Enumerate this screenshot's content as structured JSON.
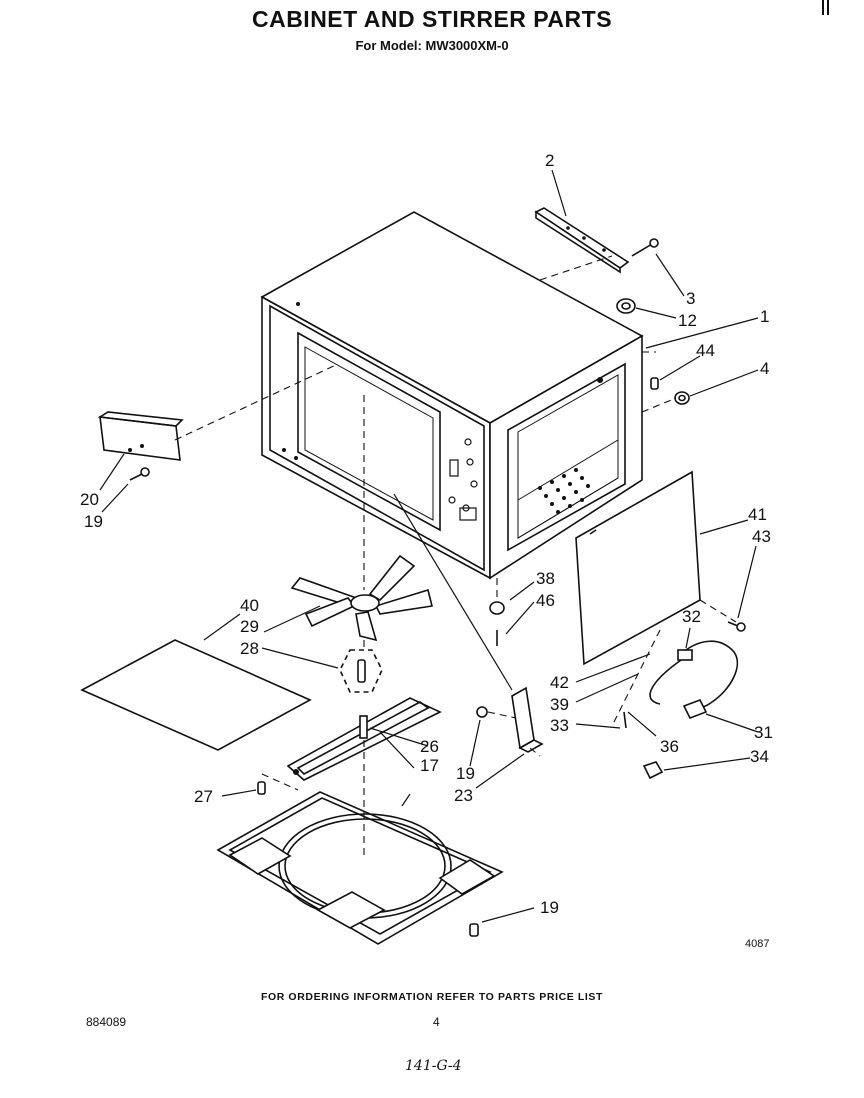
{
  "header": {
    "title": "CABINET AND STIRRER PARTS",
    "subtitle": "For Model: MW3000XM-0"
  },
  "callouts": [
    "1",
    "2",
    "3",
    "4",
    "12",
    "17",
    "19",
    "19",
    "19",
    "20",
    "23",
    "26",
    "27",
    "28",
    "29",
    "31",
    "32",
    "33",
    "34",
    "36",
    "38",
    "39",
    "40",
    "41",
    "42",
    "43",
    "44",
    "46"
  ],
  "drawing_number": "4087",
  "footer": {
    "instruction": "FOR ORDERING INFORMATION REFER TO PARTS PRICE LIST",
    "document_number": "884089",
    "page_number": "4",
    "handwritten_note": "141-G-4"
  }
}
